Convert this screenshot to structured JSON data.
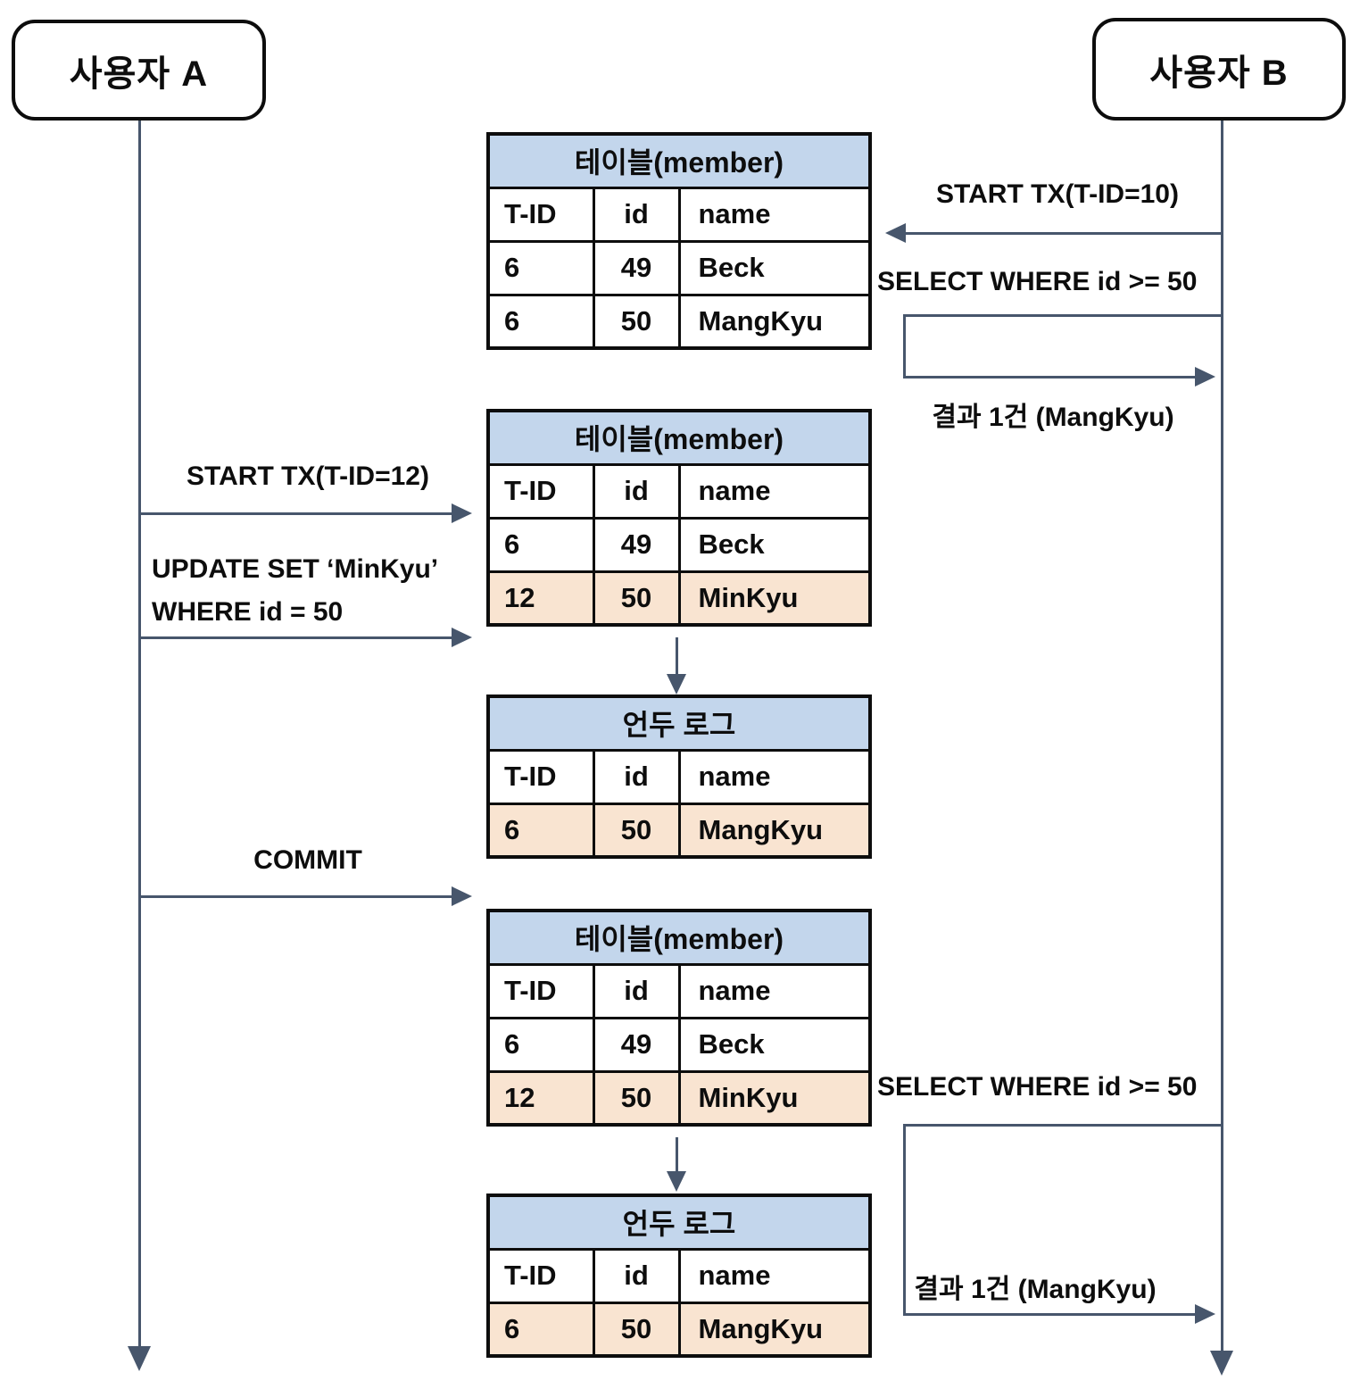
{
  "actors": {
    "a": "사용자 A",
    "b": "사용자 B"
  },
  "tables": [
    {
      "title": "테이블(member)",
      "columns": [
        "T-ID",
        "id",
        "name"
      ],
      "rows": [
        {
          "cells": [
            "6",
            "49",
            "Beck"
          ],
          "highlight": false
        },
        {
          "cells": [
            "6",
            "50",
            "MangKyu"
          ],
          "highlight": false
        }
      ]
    },
    {
      "title": "테이블(member)",
      "columns": [
        "T-ID",
        "id",
        "name"
      ],
      "rows": [
        {
          "cells": [
            "6",
            "49",
            "Beck"
          ],
          "highlight": false
        },
        {
          "cells": [
            "12",
            "50",
            "MinKyu"
          ],
          "highlight": true
        }
      ]
    },
    {
      "title": "언두 로그",
      "columns": [
        "T-ID",
        "id",
        "name"
      ],
      "rows": [
        {
          "cells": [
            "6",
            "50",
            "MangKyu"
          ],
          "highlight": true
        }
      ]
    },
    {
      "title": "테이블(member)",
      "columns": [
        "T-ID",
        "id",
        "name"
      ],
      "rows": [
        {
          "cells": [
            "6",
            "49",
            "Beck"
          ],
          "highlight": false
        },
        {
          "cells": [
            "12",
            "50",
            "MinKyu"
          ],
          "highlight": true
        }
      ]
    },
    {
      "title": "언두 로그",
      "columns": [
        "T-ID",
        "id",
        "name"
      ],
      "rows": [
        {
          "cells": [
            "6",
            "50",
            "MangKyu"
          ],
          "highlight": true
        }
      ]
    }
  ],
  "labels": {
    "b_start_tx": "START TX(T-ID=10)",
    "b_select_1": "SELECT WHERE id >= 50",
    "b_result_1": "결과 1건 (MangKyu)",
    "a_start_tx": "START TX(T-ID=12)",
    "a_update_line1": "UPDATE SET ‘MinKyu’",
    "a_update_line2": "WHERE id = 50",
    "a_commit": "COMMIT",
    "b_select_2": "SELECT WHERE id >= 50",
    "b_result_2": "결과 1건 (MangKyu)"
  },
  "colors": {
    "table_header_fill": "#c3d6ec",
    "row_highlight_fill": "#f9e4d1",
    "connector_line": "#47566c",
    "border": "#0d0d0d"
  }
}
